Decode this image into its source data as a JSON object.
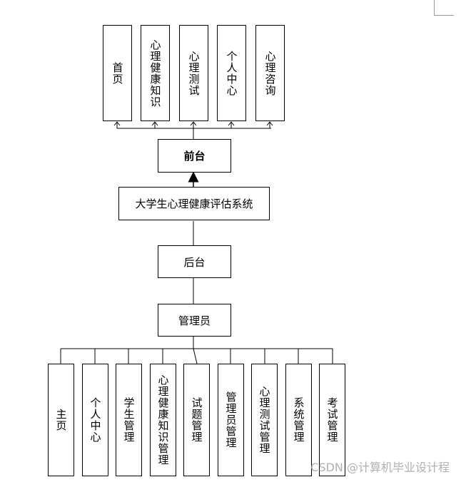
{
  "diagram": {
    "root": "大学生心理健康评估系统",
    "front": {
      "label": "前台",
      "items": [
        "首页",
        "心理健康知识",
        "心理测试",
        "个人中心",
        "心理咨询"
      ]
    },
    "back": {
      "label": "后台",
      "role": "管理员",
      "items": [
        "主页",
        "个人中心",
        "学生管理",
        "心理健康知识管理",
        "试题管理",
        "管理员管理",
        "心理测试管理",
        "系统管理",
        "考试管理"
      ]
    }
  },
  "watermark": "CSDN @计算机毕业设计程"
}
